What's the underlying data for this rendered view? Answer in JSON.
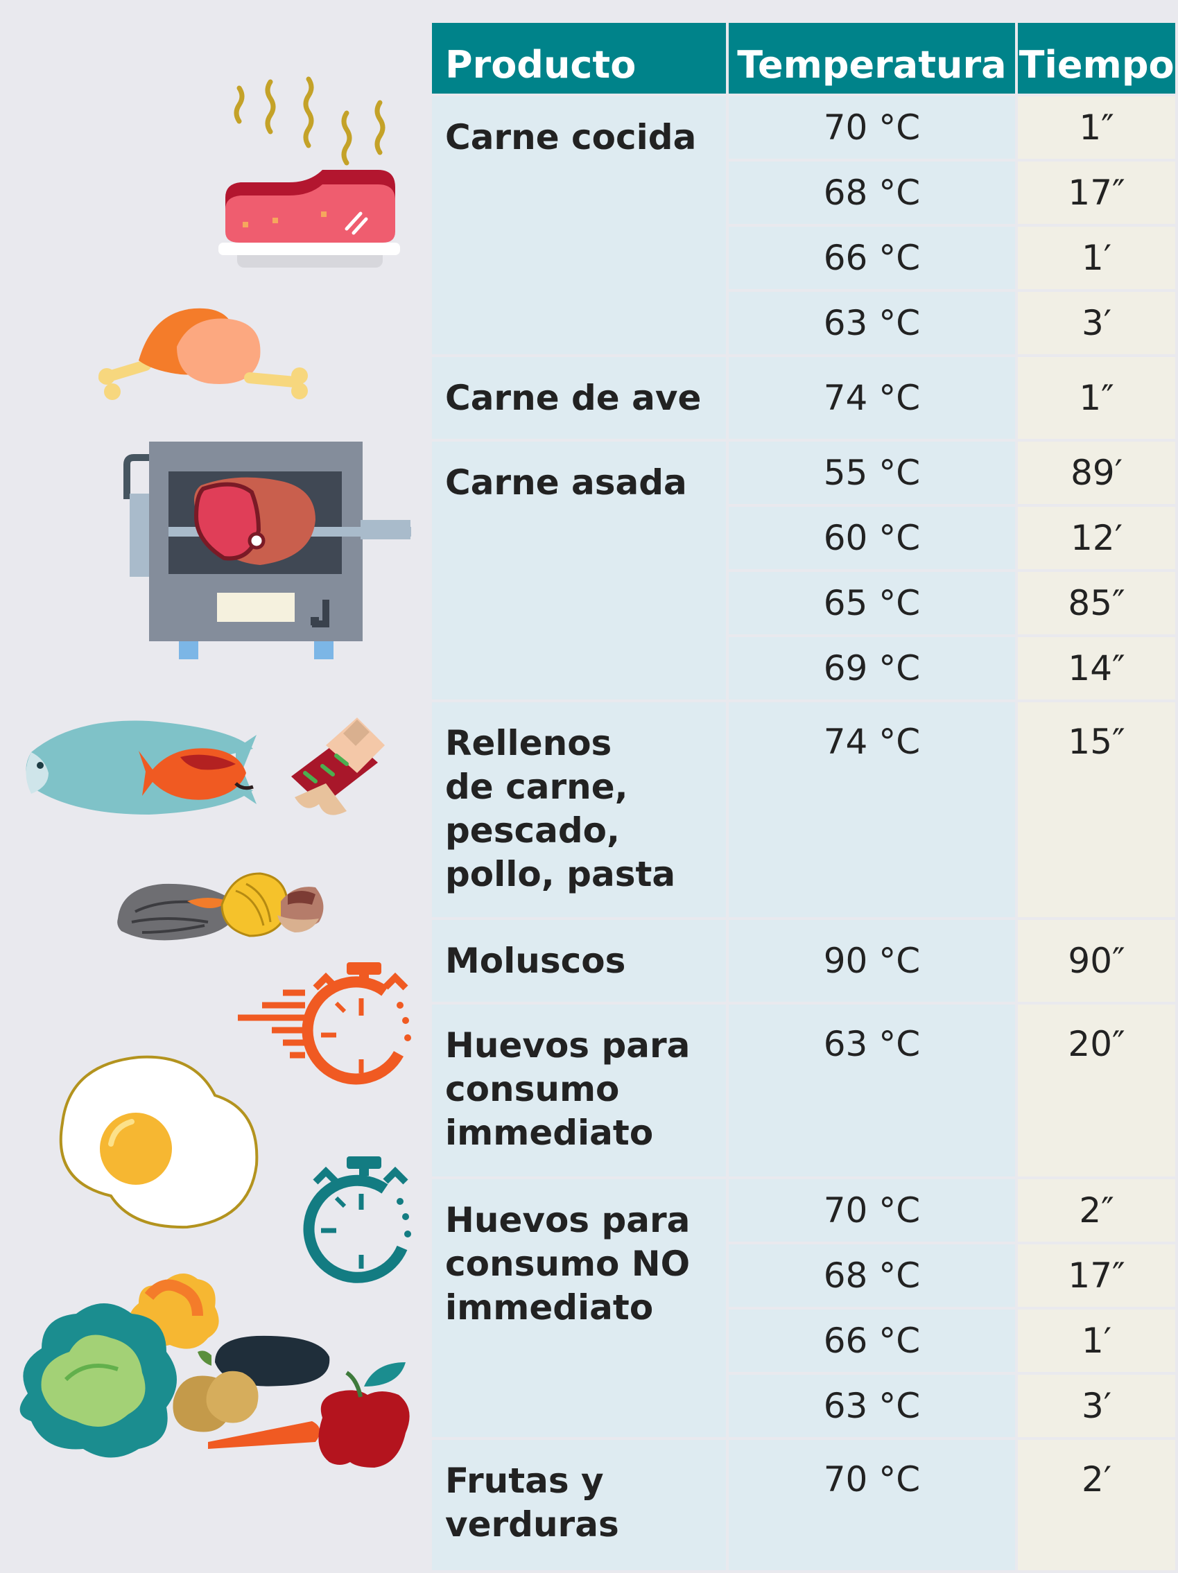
{
  "headers": {
    "product": "Producto",
    "temperature": "Temperatura",
    "time": "Tiempo"
  },
  "groups": [
    {
      "product": "Carne cocida",
      "rows": [
        {
          "temp": "70 °C",
          "time": "1″"
        },
        {
          "temp": "68 °C",
          "time": "17″"
        },
        {
          "temp": "66 °C",
          "time": "1′"
        },
        {
          "temp": "63 °C",
          "time": "3′"
        }
      ]
    },
    {
      "product": "Carne de ave",
      "rows": [
        {
          "temp": "74 °C",
          "time": "1″"
        }
      ]
    },
    {
      "product": "Carne asada",
      "rows": [
        {
          "temp": "55 °C",
          "time": "89′"
        },
        {
          "temp": "60 °C",
          "time": "12′"
        },
        {
          "temp": "65 °C",
          "time": "85″"
        },
        {
          "temp": "69 °C",
          "time": "14″"
        }
      ]
    },
    {
      "product": "Rellenos\nde carne,\npescado,\npollo, pasta",
      "rows": [
        {
          "temp": "74 °C",
          "time": "15″"
        }
      ]
    },
    {
      "product": "Moluscos",
      "rows": [
        {
          "temp": "90 °C",
          "time": "90″"
        }
      ]
    },
    {
      "product": "Huevos para\nconsumo\nimmediato",
      "rows": [
        {
          "temp": "63 °C",
          "time": "20″"
        }
      ]
    },
    {
      "product": "Huevos para\nconsumo NO\nimmediato",
      "rows": [
        {
          "temp": "70 °C",
          "time": "2″"
        },
        {
          "temp": "68 °C",
          "time": "17″"
        },
        {
          "temp": "66 °C",
          "time": "1′"
        },
        {
          "temp": "63 °C",
          "time": "3′"
        }
      ]
    },
    {
      "product": "Frutas y\nverduras",
      "rows": [
        {
          "temp": "70 °C",
          "time": "2′"
        }
      ]
    }
  ],
  "colors": {
    "header_bg": "#00838a",
    "product_bg": "#deebf1",
    "time_bg": "#f1efe5",
    "page_bg": "#e9e9ee"
  },
  "icons": [
    "steak-icon",
    "chicken-leg-icon",
    "rotisserie-oven-icon",
    "fish-icon",
    "stuffed-roll-icon",
    "mussel-icon",
    "clam-icon",
    "fast-stopwatch-icon",
    "fried-egg-icon",
    "stopwatch-icon",
    "vegetables-icon"
  ]
}
